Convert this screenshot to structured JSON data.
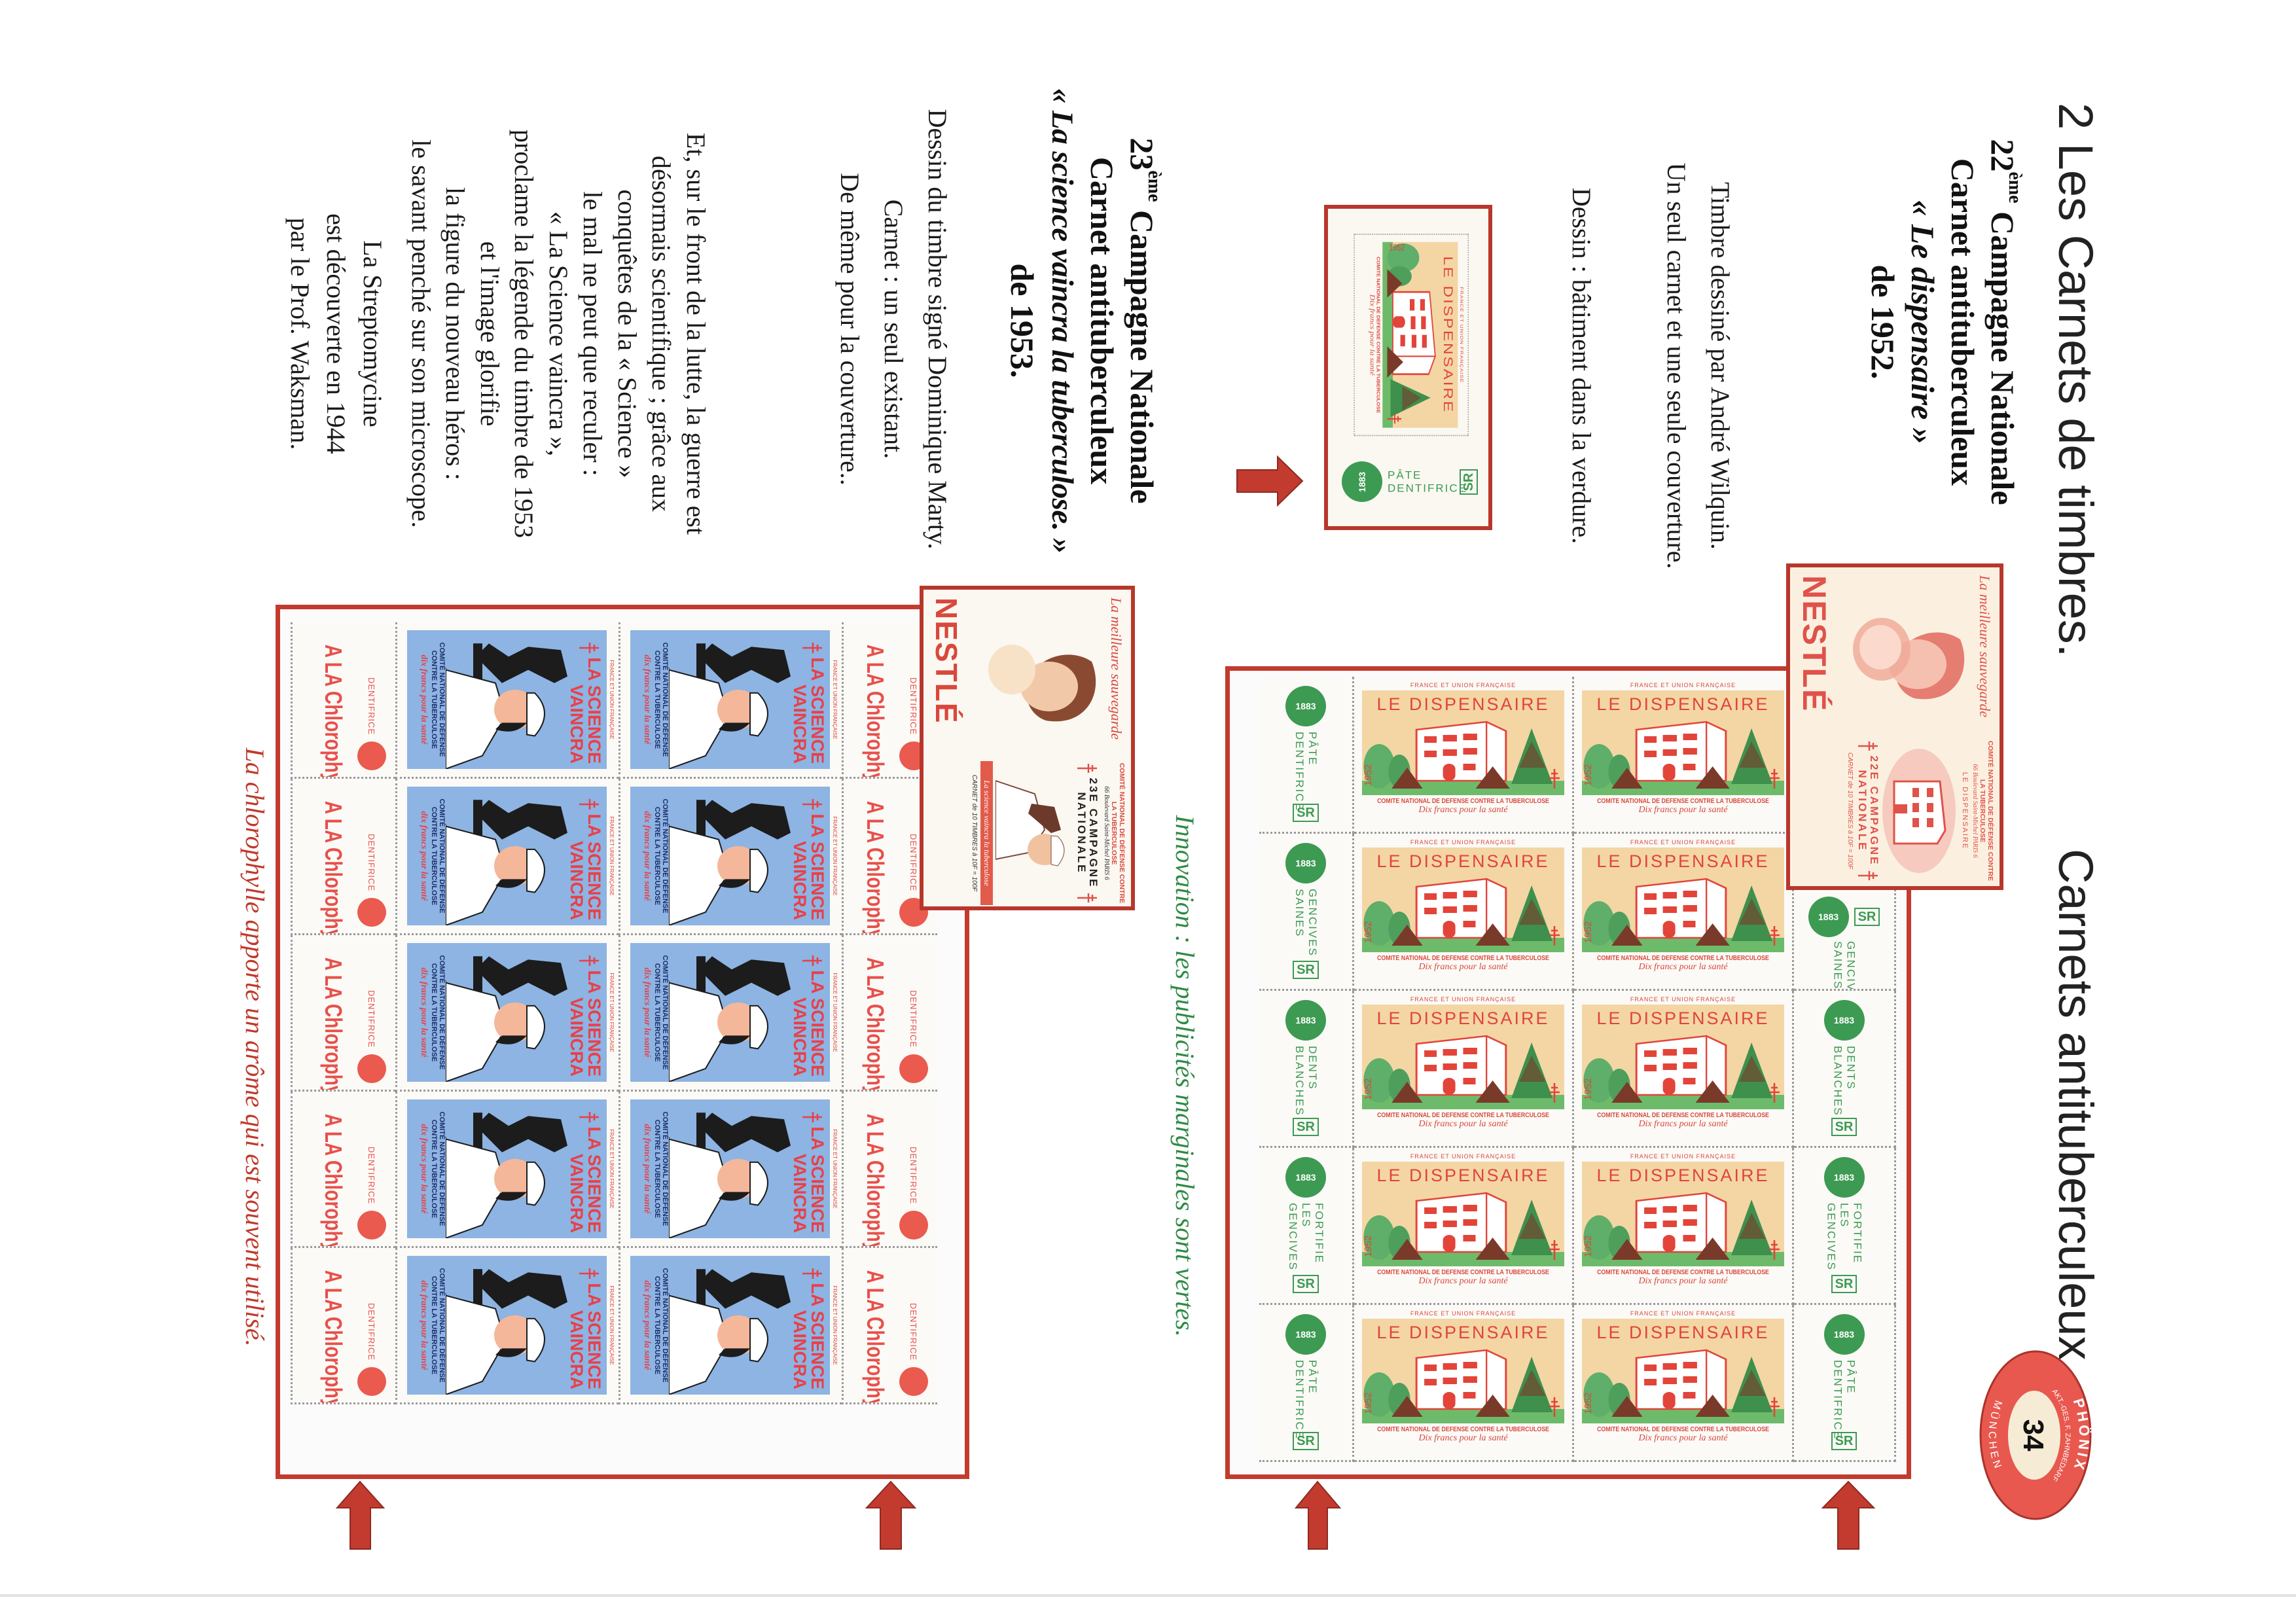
{
  "header": {
    "title": "2 Les Carnets de timbres.",
    "subtitle": "Carnets antituberculeux."
  },
  "badge": {
    "name": "PHÖNIX",
    "line": "AKT.-GES. F. ZAHNBEDARF",
    "city": "MÜNCHEN",
    "page": "34"
  },
  "colors": {
    "frame": "#c23b2e",
    "green_ads": "#3d9a52",
    "stamp_red": "#e2443a",
    "stamp_beige": "#f3d6a4",
    "stamp_blue": "#8db4e2"
  },
  "carnet_1952": {
    "heading": {
      "number": "22",
      "suffix": "ème",
      "line1_rest": " Campagne Nationale",
      "line2": "Carnet antituberculeux",
      "line3": "« Le dispensaire »",
      "line4": "de 1952."
    },
    "notes": [
      "Timbre dessiné par André Wilquin.",
      "Un seul carnet et une seule couverture.",
      "Dessin : bâtiment dans la verdure."
    ],
    "caption": "Innovation : les publicités marginales sont vertes.",
    "cover": {
      "slogan": "La meilleure sauvegarde",
      "brand": "NESTLÉ",
      "committee": "COMITÉ NATIONAL DE DÉFENSE CONTRE LA TUBERCULOSE",
      "address": "66 Boulevard Saint-Michel PARIS 6",
      "subject": "LE DISPENSAIRE",
      "campaign_1": "22E CAMPAGNE",
      "campaign_2": "NATIONALE",
      "price": "CARNET de 10 TIMBRES à 10F = 100F"
    },
    "stamp": {
      "country": "FRANCE ET UNION FRANÇAISE",
      "title": "LE DISPENSAIRE",
      "year": "1952",
      "committee": "COMITE NATIONAL DE DEFENSE CONTRE LA TUBERCULOSE",
      "value": "Dix francs pour la santé"
    },
    "single_ad": {
      "logo": "1883",
      "text": "PÂTE DENTIFRICE",
      "mark": "SR"
    },
    "margin_ads": [
      {
        "logo": "1883",
        "text": "PÂTE DENTIFRICE",
        "mark": "SR"
      },
      {
        "logo": "1883",
        "text": "GENCIVES SAINES",
        "mark": "SR"
      },
      {
        "logo": "1883",
        "text": "DENTS BLANCHES",
        "mark": "SR"
      },
      {
        "logo": "1883",
        "text": "FORTIFIE LES GENCIVES",
        "mark": "SR"
      },
      {
        "logo": "1883",
        "text": "PÂTE DENTIFRICE",
        "mark": "SR"
      }
    ]
  },
  "carnet_1953": {
    "heading": {
      "number": "23",
      "suffix": "ème",
      "line1_rest": " Campagne Nationale",
      "line2": "Carnet antituberculeux",
      "line3": "« La science vaincra la tuberculose. »",
      "line4": "de 1953."
    },
    "notes": [
      "Dessin du timbre signé Dominique Marty.",
      "Carnet : un seul existant.",
      "De même pour la couverture.."
    ],
    "paragraph": [
      "Et, sur le front de la lutte, la guerre est",
      "désormais scientifique ; grâce aux",
      "conquêtes de la « Science »",
      "le mal ne peut que reculer :",
      "« La Science vaincra »,",
      "proclame la légende du timbre de 1953",
      "et l'image glorifie",
      "la figure du nouveau héros :",
      "le savant penché sur son microscope."
    ],
    "paragraph_2": [
      "La Streptomycine",
      "est découverte en 1944",
      "par le Prof. Waksman."
    ],
    "caption": "La chlorophylle apporte un arôme qui est souvent utilisé.",
    "cover": {
      "slogan": "La meilleure sauvegarde",
      "brand": "NESTLÉ",
      "committee": "COMITÉ NATIONAL DE DÉFENSE CONTRE LA TUBERCULOSE",
      "address": "66 Boulevard Saint-Michel PARIS 6",
      "campaign_1": "23E CAMPAGNE",
      "campaign_2": "NATIONALE",
      "band": "La science vaincra la tuberculose",
      "price": "CARNET de 10 TIMBRES à 10F = 100F"
    },
    "stamp": {
      "country": "FRANCE ET UNION FRANÇAISE",
      "title_1": "LA SCIENCE",
      "title_2": "VAINCRA",
      "committee": "COMITÉ NATIONAL DE DÉFENSE CONTRE LA TUBERCULOSE",
      "value": "dix francs pour la santé"
    },
    "margin_ad": {
      "label": "DENTIFRICE",
      "brand": "A LA Chlorophylle"
    }
  }
}
